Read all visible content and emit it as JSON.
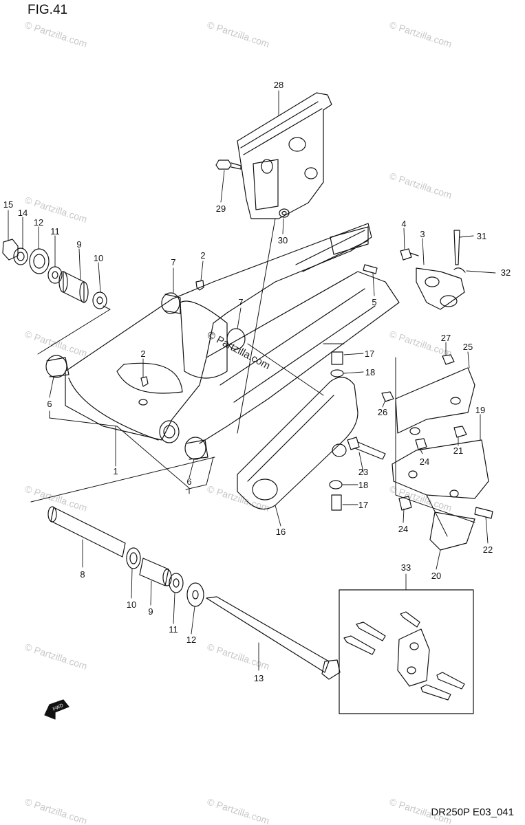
{
  "figure": {
    "title": "FIG.41",
    "code": "DR250P E03_041"
  },
  "watermark": "© Partzilla.com",
  "fwd_label": "FWD",
  "callouts": [
    {
      "id": "c28",
      "label": "28"
    },
    {
      "id": "c29",
      "label": "29"
    },
    {
      "id": "c30",
      "label": "30"
    },
    {
      "id": "c15",
      "label": "15"
    },
    {
      "id": "c14",
      "label": "14"
    },
    {
      "id": "c12a",
      "label": "12"
    },
    {
      "id": "c11a",
      "label": "11"
    },
    {
      "id": "c9a",
      "label": "9"
    },
    {
      "id": "c10a",
      "label": "10"
    },
    {
      "id": "c7a",
      "label": "7"
    },
    {
      "id": "c2a",
      "label": "2"
    },
    {
      "id": "c7b",
      "label": "7"
    },
    {
      "id": "c4",
      "label": "4"
    },
    {
      "id": "c3",
      "label": "3"
    },
    {
      "id": "c31",
      "label": "31"
    },
    {
      "id": "c32",
      "label": "32"
    },
    {
      "id": "c5",
      "label": "5"
    },
    {
      "id": "c2b",
      "label": "2"
    },
    {
      "id": "c6a",
      "label": "6"
    },
    {
      "id": "c17a",
      "label": "17"
    },
    {
      "id": "c18a",
      "label": "18"
    },
    {
      "id": "c27",
      "label": "27"
    },
    {
      "id": "c25",
      "label": "25"
    },
    {
      "id": "c26",
      "label": "26"
    },
    {
      "id": "c19",
      "label": "19"
    },
    {
      "id": "c21",
      "label": "21"
    },
    {
      "id": "c24a",
      "label": "24"
    },
    {
      "id": "c1",
      "label": "1"
    },
    {
      "id": "c6b",
      "label": "6"
    },
    {
      "id": "c23",
      "label": "23"
    },
    {
      "id": "c18b",
      "label": "18"
    },
    {
      "id": "c17b",
      "label": "17"
    },
    {
      "id": "c16",
      "label": "16"
    },
    {
      "id": "c24b",
      "label": "24"
    },
    {
      "id": "c22",
      "label": "22"
    },
    {
      "id": "c20",
      "label": "20"
    },
    {
      "id": "c8",
      "label": "8"
    },
    {
      "id": "c10b",
      "label": "10"
    },
    {
      "id": "c9b",
      "label": "9"
    },
    {
      "id": "c11b",
      "label": "11"
    },
    {
      "id": "c12b",
      "label": "12"
    },
    {
      "id": "c13",
      "label": "13"
    },
    {
      "id": "c33",
      "label": "33"
    }
  ]
}
